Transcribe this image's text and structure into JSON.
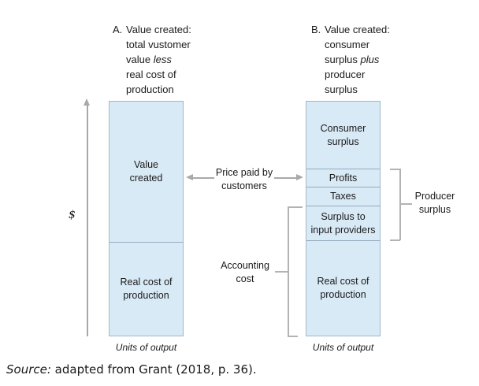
{
  "panel_a": {
    "heading": {
      "marker": "A.",
      "line1": "Value created:",
      "line2": "total vustomer",
      "line3_pre": "value ",
      "line3_italic": "less",
      "line4": "real cost of",
      "line5": "production"
    },
    "bar": {
      "sections": [
        {
          "lines": [
            "Value",
            "created"
          ]
        },
        {
          "lines": [
            "Real cost of",
            "production"
          ]
        }
      ]
    },
    "x_axis_label": "Units of output"
  },
  "panel_b": {
    "heading": {
      "marker": "B.",
      "line1": "Value created:",
      "line2": "consumer",
      "line3_pre": "surplus ",
      "line3_italic": "plus",
      "line4": "producer",
      "line5": "surplus"
    },
    "bar": {
      "sections": [
        {
          "lines": [
            "Consumer",
            "surplus"
          ]
        },
        {
          "lines": [
            "Profits"
          ]
        },
        {
          "lines": [
            "Taxes"
          ]
        },
        {
          "lines": [
            "Surplus to",
            "input providers"
          ]
        },
        {
          "lines": [
            "Real cost of",
            "production"
          ]
        }
      ]
    },
    "x_axis_label": "Units of output"
  },
  "annotations": {
    "y_axis_label": "$",
    "price_line1": "Price paid by",
    "price_line2": "customers",
    "accounting_line1": "Accounting",
    "accounting_line2": "cost",
    "producer_line1": "Producer",
    "producer_line2": "surplus"
  },
  "caption": {
    "italic": "Source:",
    "rest": " adapted from Grant (2018, p. 36)."
  },
  "colors": {
    "bar_fill": "#d9eaf7",
    "bar_border": "#9fb7c9",
    "divider": "#93aabc",
    "line_gray": "#a9a9a9",
    "bracket_gray": "#b3b3b3",
    "text": "#1a1a1a"
  }
}
